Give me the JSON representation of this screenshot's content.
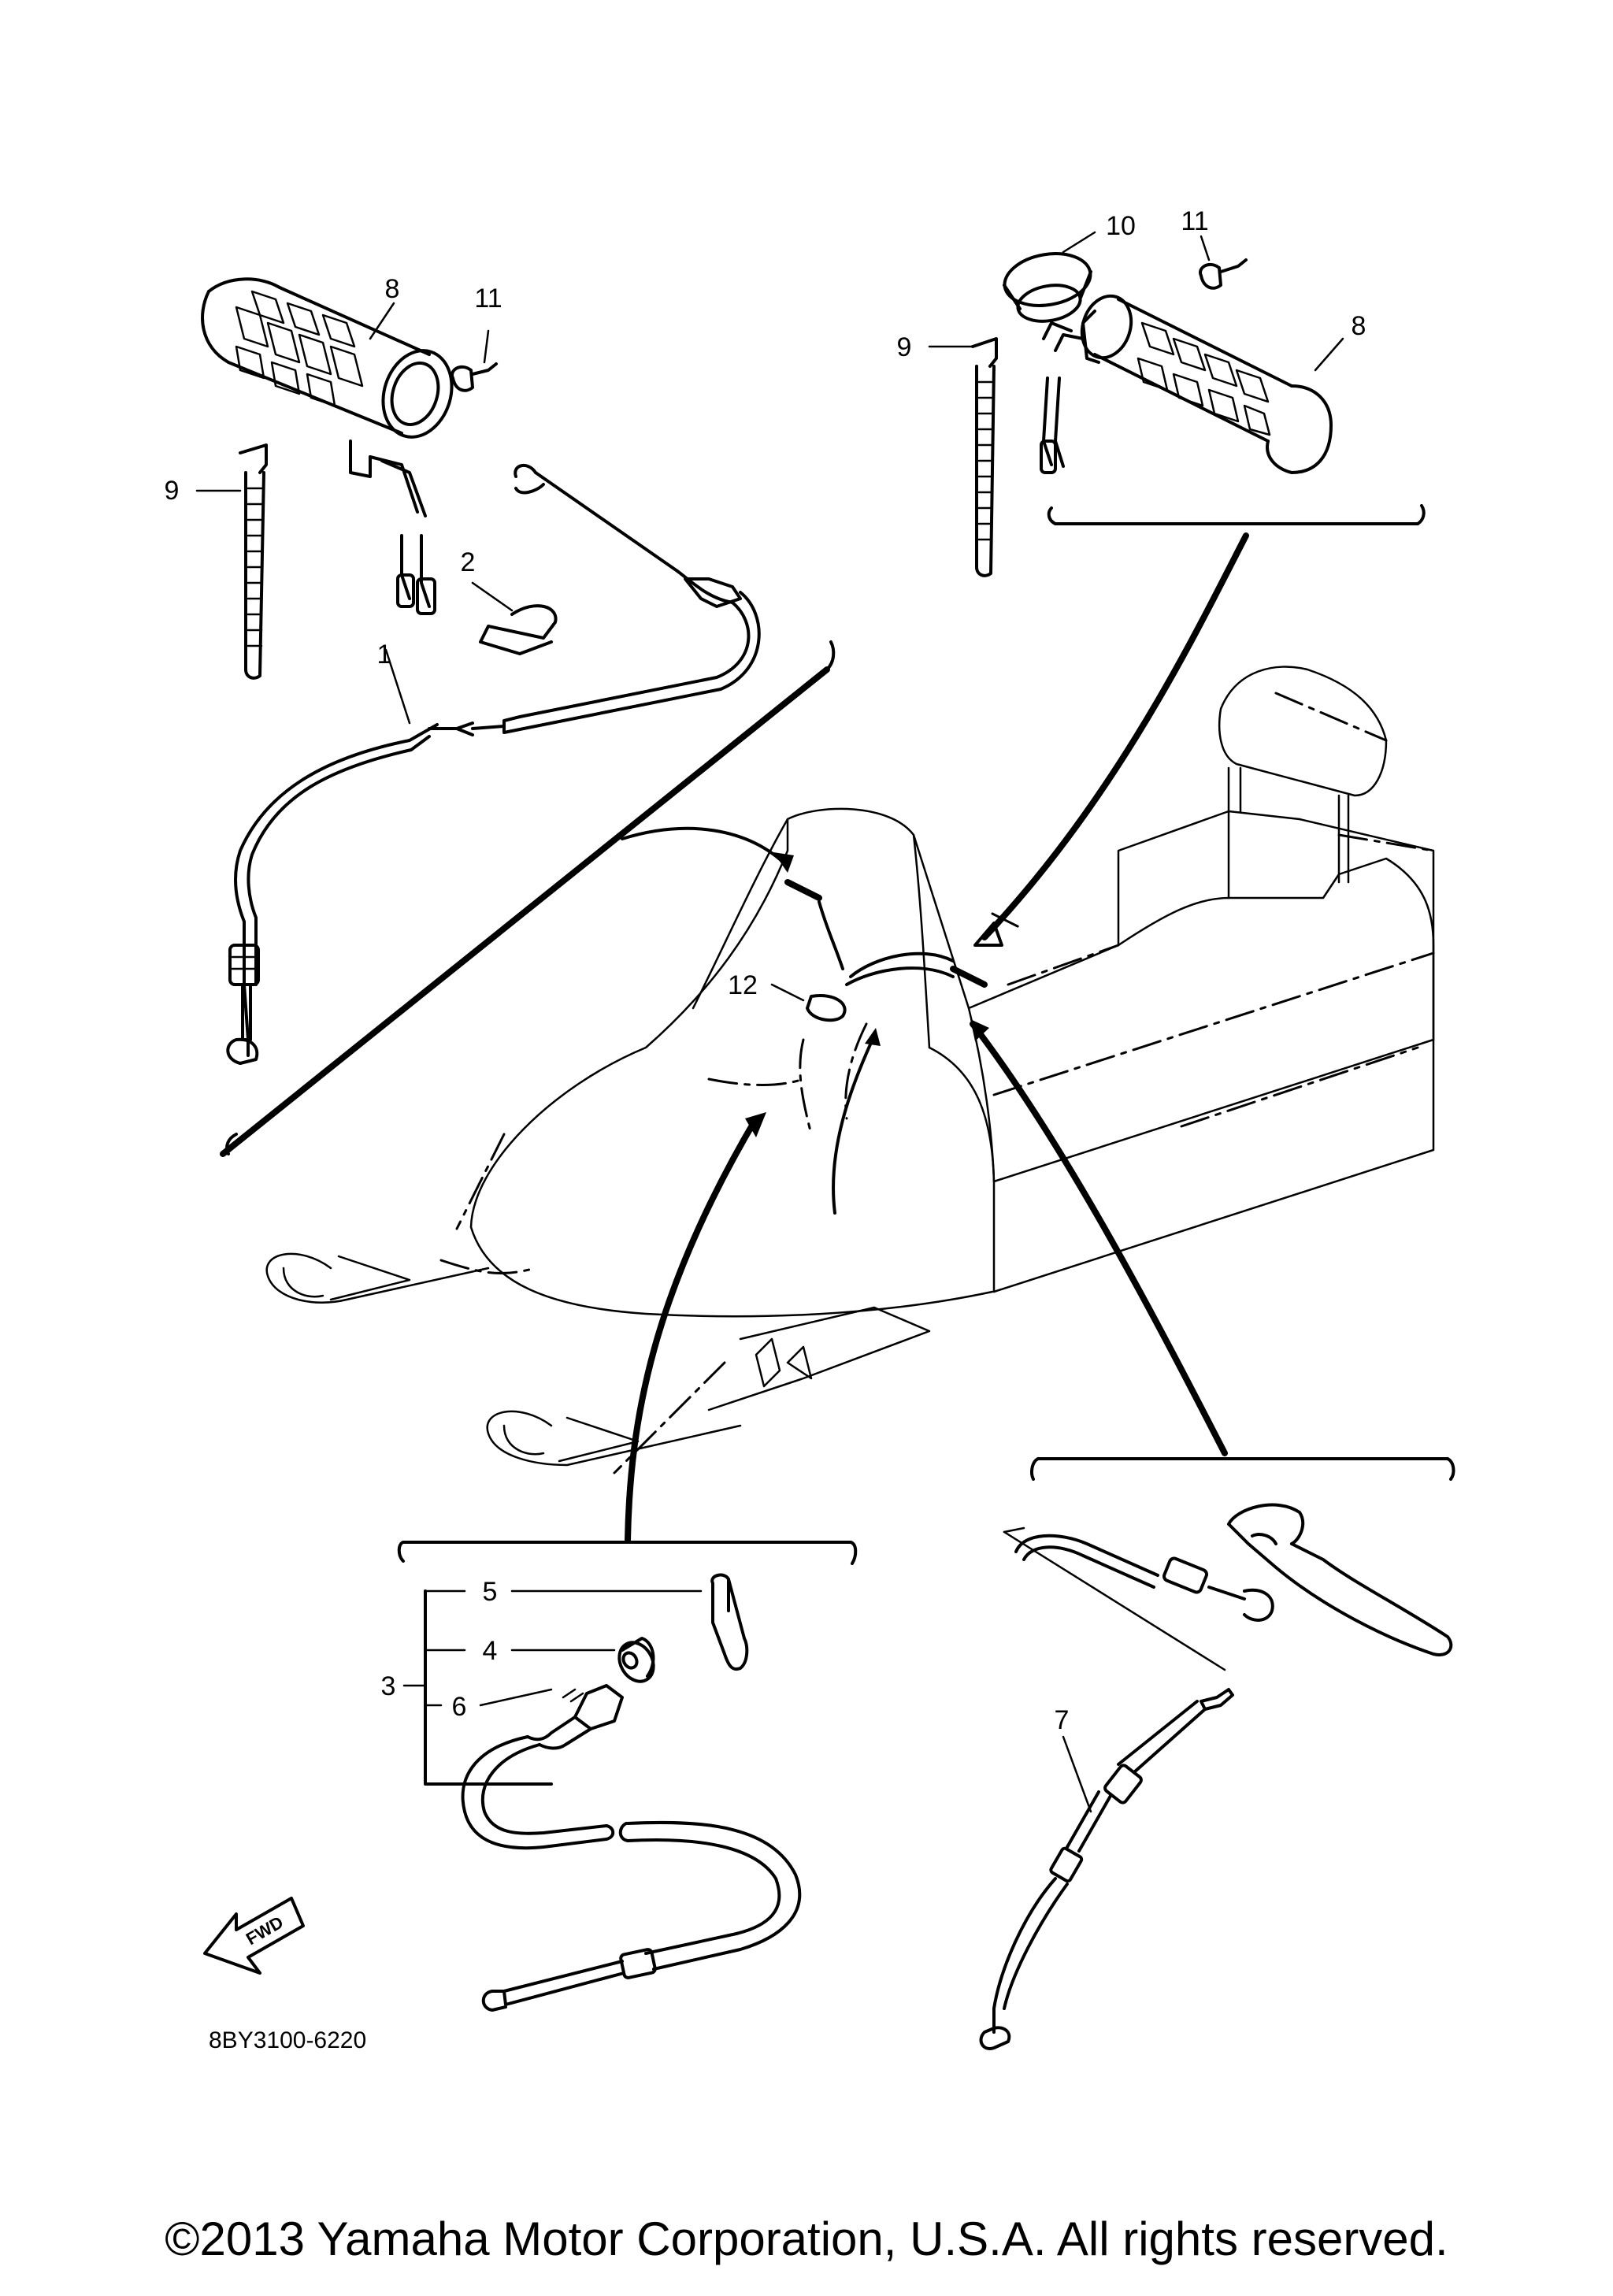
{
  "diagram": {
    "callouts": {
      "c1": "1",
      "c2": "2",
      "c3": "3",
      "c4": "4",
      "c5": "5",
      "c6": "6",
      "c7": "7",
      "c8a": "8",
      "c8b": "8",
      "c9a": "9",
      "c9b": "9",
      "c10": "10",
      "c11a": "11",
      "c11b": "11",
      "c12": "12"
    },
    "fwd_label": "FWD",
    "drawing_code": "8BY3100-6220"
  },
  "footer": {
    "copyright": "©2013 Yamaha Motor Corporation, U.S.A. All rights reserved."
  }
}
